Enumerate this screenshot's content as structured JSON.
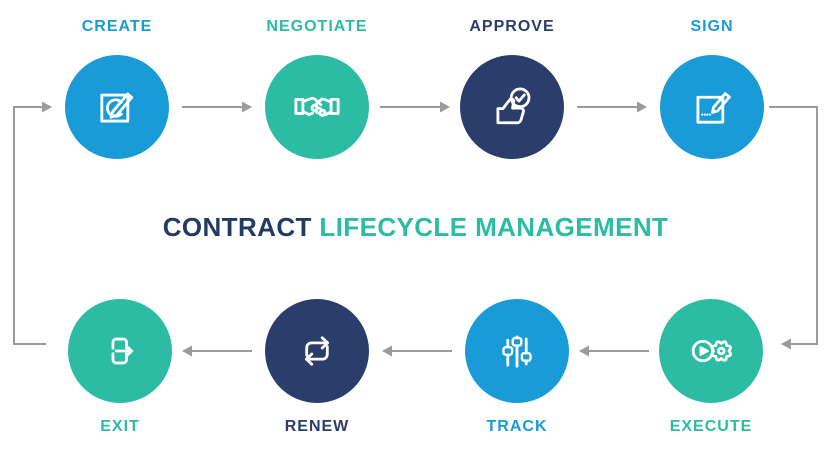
{
  "title": {
    "part1": "CONTRACT",
    "part2": "LIFECYCLE MANAGEMENT"
  },
  "colors": {
    "blue": "#189BD7",
    "teal": "#2CBBA3",
    "navy": "#2B3E6B",
    "title_navy": "#223A64",
    "title_teal": "#2CBBA3",
    "arrow_gray": "#9B9B9B",
    "background": "#FFFFFF",
    "icon_white": "#FFFFFF"
  },
  "nodes": [
    {
      "label": "CREATE",
      "color": "#189BD7",
      "icon": "document-edit-icon",
      "row": "top"
    },
    {
      "label": "NEGOTIATE",
      "color": "#2CBBA3",
      "icon": "handshake-icon",
      "row": "top"
    },
    {
      "label": "APPROVE",
      "color": "#2B3E6B",
      "icon": "thumbs-up-check-icon",
      "row": "top"
    },
    {
      "label": "SIGN",
      "color": "#189BD7",
      "icon": "sign-pencil-icon",
      "row": "top"
    },
    {
      "label": "EXECUTE",
      "color": "#2CBBA3",
      "icon": "play-gear-icon",
      "row": "bottom"
    },
    {
      "label": "TRACK",
      "color": "#189BD7",
      "icon": "sliders-icon",
      "row": "bottom"
    },
    {
      "label": "RENEW",
      "color": "#2B3E6B",
      "icon": "repeat-icon",
      "row": "bottom"
    },
    {
      "label": "EXIT",
      "color": "#2CBBA3",
      "icon": "logout-icon",
      "row": "bottom"
    }
  ],
  "flow": {
    "sequence": [
      "CREATE",
      "NEGOTIATE",
      "APPROVE",
      "SIGN",
      "EXECUTE",
      "TRACK",
      "RENEW",
      "EXIT"
    ],
    "cyclic": true
  }
}
